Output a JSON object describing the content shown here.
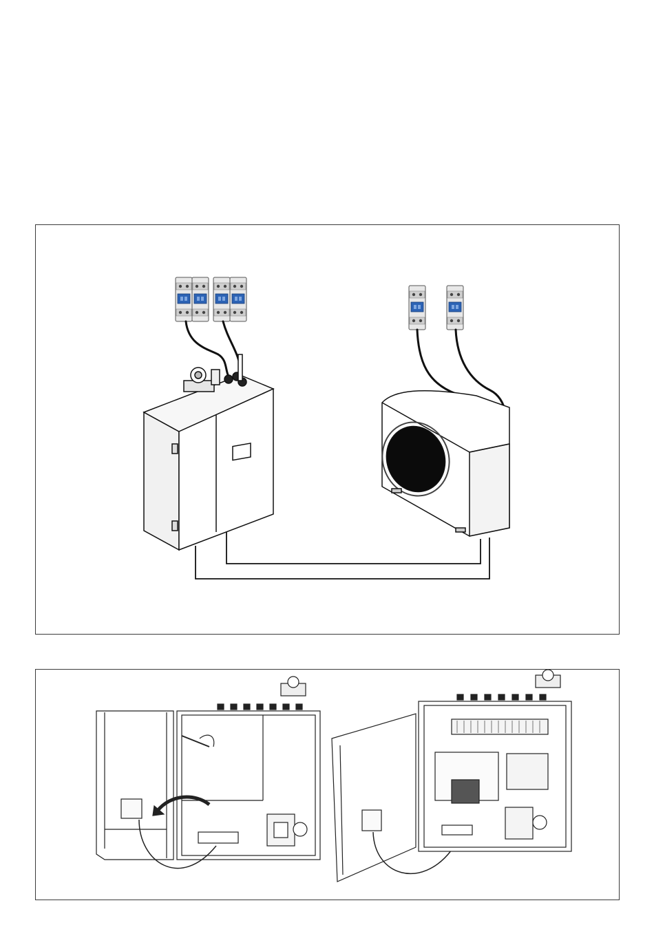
{
  "figures": [
    {
      "id": "wiring-overview",
      "elements": [
        "indoor-unit",
        "outdoor-unit",
        "breakers-indoor-pair",
        "breakers-outdoor-pair",
        "interconnect-cable"
      ]
    },
    {
      "id": "cabinet-interior",
      "elements": [
        "cabinet-open-empty",
        "cabinet-open-wired",
        "control-module",
        "rotation-arrow"
      ]
    }
  ],
  "colors": {
    "line": "#111111",
    "breaker_body": "#e6e6e6",
    "breaker_toggle": "#2c63b5",
    "fan": "#0b0b0b",
    "frame": "#3a3a3a"
  },
  "icons": [
    "circuit-breaker-icon",
    "rotate-arrow-icon"
  ]
}
